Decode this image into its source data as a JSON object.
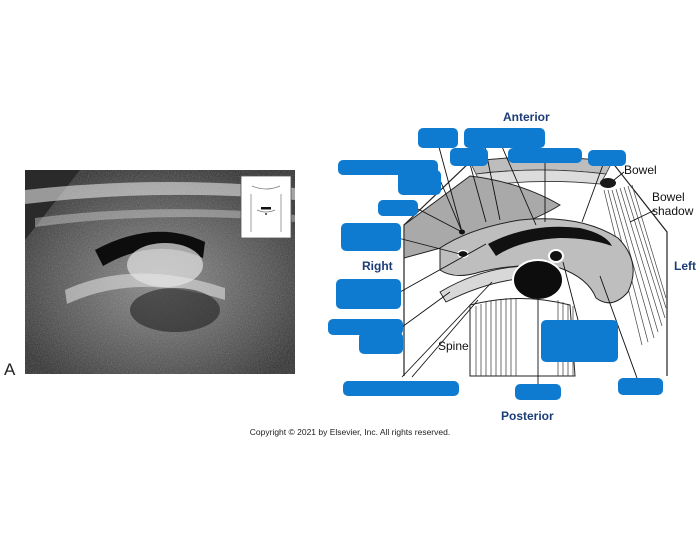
{
  "panel_letter": "A",
  "copyright": "Copyright © 2021 by Elsevier, Inc. All rights reserved.",
  "directions": {
    "anterior": "Anterior",
    "posterior": "Posterior",
    "right": "Right",
    "left": "Left"
  },
  "labels": {
    "bowel": "Bowel",
    "bowel_shadow_line1": "Bowel",
    "bowel_shadow_line2": "shadow",
    "spine": "Spine"
  },
  "colors": {
    "answer_box": "#0f7bd0",
    "direction_text": "#1c3c78"
  }
}
